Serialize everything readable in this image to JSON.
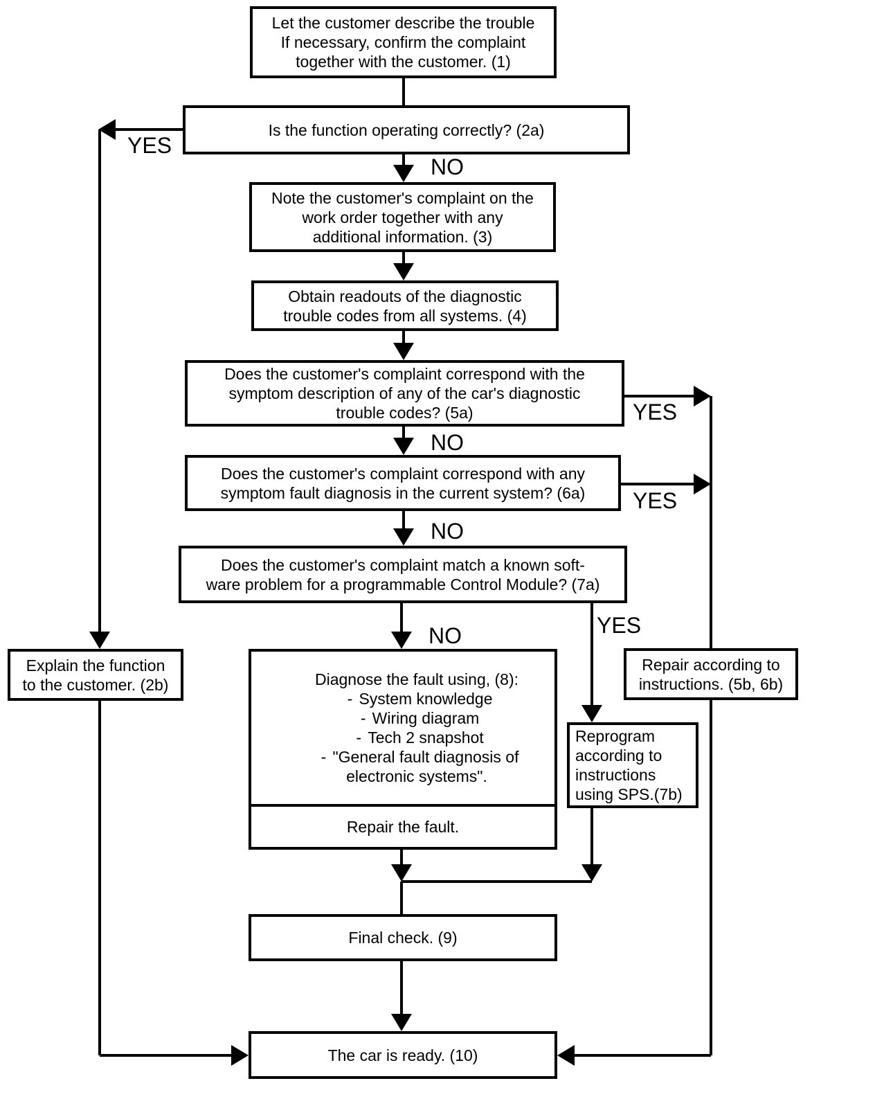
{
  "nodes": {
    "n1": {
      "lines": [
        "Let the customer describe the trouble",
        "If necessary, confirm the complaint",
        "together with the customer. (1)"
      ]
    },
    "n2a": {
      "lines": [
        "Is the function operating correctly?   (2a)"
      ]
    },
    "n2b": {
      "lines": [
        "Explain the function",
        "to the customer. (2b)"
      ]
    },
    "n3": {
      "lines": [
        "Note the customer's complaint on the",
        "work order together with any",
        "additional information.  (3)"
      ]
    },
    "n4": {
      "lines": [
        "Obtain readouts of the diagnostic",
        "trouble codes from all systems. (4)"
      ]
    },
    "n5a": {
      "lines": [
        "Does the customer's complaint correspond with the",
        "symptom description of any of the car's diagnostic",
        "trouble codes? (5a)"
      ]
    },
    "n6a": {
      "lines": [
        "Does the customer's complaint correspond with any",
        "symptom fault diagnosis in the current system? (6a)"
      ]
    },
    "n7a": {
      "lines": [
        "Does the customer's complaint match a known soft-",
        "ware problem for a programmable Control Module? (7a)"
      ]
    },
    "n8": {
      "heading": "Diagnose the fault using, (8):",
      "items": [
        "System knowledge",
        "Wiring diagram",
        "Tech 2 snapshot",
        "\"General fault diagnosis of"
      ],
      "continuation": "electronic systems\".",
      "dash": "-",
      "repair": "Repair the fault."
    },
    "n5b6b": {
      "lines": [
        "Repair according to",
        "instructions. (5b, 6b)"
      ]
    },
    "n7b": {
      "lines": [
        "Reprogram",
        "according to",
        "instructions",
        "using SPS.(7b)"
      ]
    },
    "n9": {
      "lines": [
        "Final check. (9)"
      ]
    },
    "n10": {
      "lines": [
        "The car is ready. (10)"
      ]
    }
  },
  "labels": {
    "yes_2a": "YES",
    "no_2a": "NO",
    "yes_5a": "YES",
    "no_5a": "NO",
    "yes_6a": "YES",
    "no_6a": "NO",
    "yes_7a": "YES",
    "no_7a": "NO"
  },
  "style": {
    "line_color": "#000000",
    "background": "#ffffff"
  }
}
